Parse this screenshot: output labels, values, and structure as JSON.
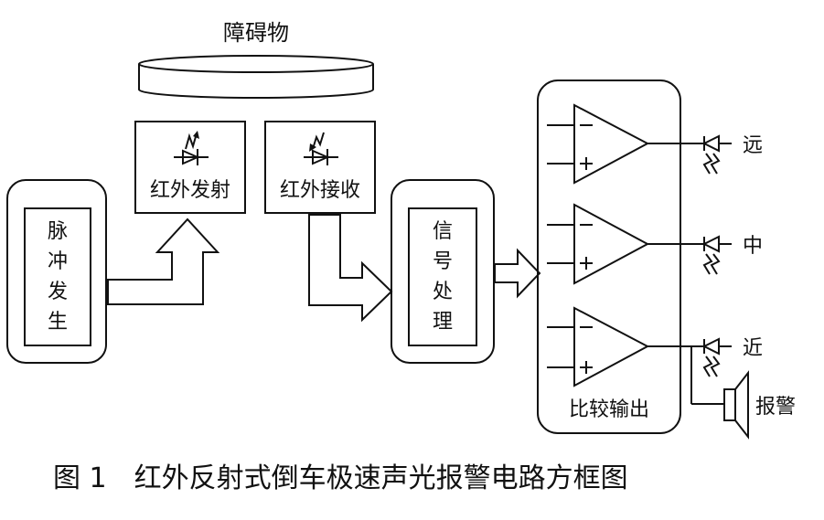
{
  "obstacle_label": "障碍物",
  "ir_emit_label": "红外发射",
  "ir_receive_label": "红外接收",
  "pulse_gen_chars": [
    "脉",
    "冲",
    "发",
    "生"
  ],
  "signal_proc_chars": [
    "信",
    "号",
    "处",
    "理"
  ],
  "compare_output_label": "比较输出",
  "output_labels": {
    "far": "远",
    "mid": "中",
    "near": "近"
  },
  "alarm_label": "报警",
  "caption": "图 1　红外反射式倒车极速声光报警电路方框图"
}
